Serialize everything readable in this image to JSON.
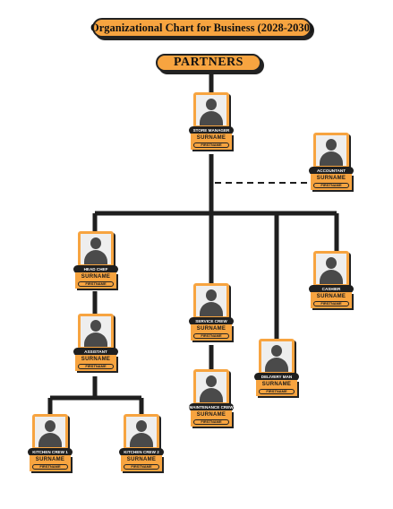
{
  "title": "Organizational Chart for Business (2028-2030)",
  "partners_label": "PARTNERS",
  "accent_color": "#f7a440",
  "line_color": "#1f1f1f",
  "avatar_icon": "person-silhouette-icon",
  "nodes": {
    "store_manager": {
      "role": "STORE MANAGER",
      "surname": "SURNAME",
      "firstname": "FIRSTNAME"
    },
    "accountant": {
      "role": "ACCOUNTANT",
      "surname": "SURNAME",
      "firstname": "FIRSTNAME"
    },
    "head_chef": {
      "role": "HEAD CHEF",
      "surname": "SURNAME",
      "firstname": "FIRSTNAME"
    },
    "cashier": {
      "role": "CASHIER",
      "surname": "SURNAME",
      "firstname": "FIRSTNAME"
    },
    "service_crew": {
      "role": "SERVICE CREW",
      "surname": "SURNAME",
      "firstname": "FIRSTNAME"
    },
    "assistant": {
      "role": "ASSISTANT",
      "surname": "SURNAME",
      "firstname": "FIRSTNAME"
    },
    "delivery_man": {
      "role": "DELIVERY MAN",
      "surname": "SURNAME",
      "firstname": "FIRSTNAME"
    },
    "maintenance_crew": {
      "role": "MAINTENANCE CREW",
      "surname": "SURNAME",
      "firstname": "FIRSTNAME"
    },
    "kitchen_crew_1": {
      "role": "KITCHEN CREW 1",
      "surname": "SURNAME",
      "firstname": "FIRSTNAME"
    },
    "kitchen_crew_2": {
      "role": "KITCHEN CREW 2",
      "surname": "SURNAME",
      "firstname": "FIRSTNAME"
    }
  }
}
